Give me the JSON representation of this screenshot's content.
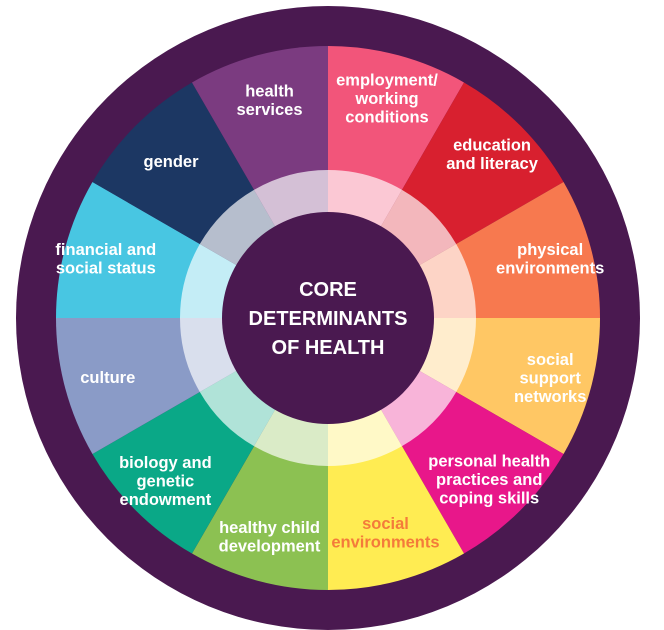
{
  "center": {
    "lines": [
      "CORE",
      "DETERMINANTS",
      "OF HEALTH"
    ],
    "color": "#4a1950"
  },
  "colors": {
    "outer_ring": "#4a1950",
    "inner_ring_tint": "#ffffff"
  },
  "segments": [
    {
      "id": "employment",
      "lines": [
        "employment/",
        "working",
        "conditions"
      ],
      "color": "#f2557a",
      "text_color": "#ffffff"
    },
    {
      "id": "education",
      "lines": [
        "education",
        "and literacy"
      ],
      "color": "#d8202f",
      "text_color": "#ffffff"
    },
    {
      "id": "physical-environments",
      "lines": [
        "physical",
        "environments"
      ],
      "color": "#f7794f",
      "text_color": "#ffffff"
    },
    {
      "id": "social-support",
      "lines": [
        "social",
        "support",
        "networks"
      ],
      "color": "#ffc764",
      "text_color": "#ffffff"
    },
    {
      "id": "personal-health",
      "lines": [
        "personal health",
        "practices and",
        "coping skills"
      ],
      "color": "#e8178a",
      "text_color": "#ffffff"
    },
    {
      "id": "social-environments",
      "lines": [
        "social",
        "environments"
      ],
      "color": "#ffec52",
      "text_color": "#f47b3a"
    },
    {
      "id": "healthy-child",
      "lines": [
        "healthy child",
        "development"
      ],
      "color": "#8cc152",
      "text_color": "#ffffff"
    },
    {
      "id": "biology",
      "lines": [
        "biology and",
        "genetic",
        "endowment"
      ],
      "color": "#0aa887",
      "text_color": "#ffffff"
    },
    {
      "id": "culture",
      "lines": [
        "culture"
      ],
      "color": "#8a9bc7",
      "text_color": "#ffffff"
    },
    {
      "id": "financial",
      "lines": [
        "financial and",
        "social status"
      ],
      "color": "#48c6e2",
      "text_color": "#ffffff"
    },
    {
      "id": "gender",
      "lines": [
        "gender"
      ],
      "color": "#1c3763",
      "text_color": "#ffffff"
    },
    {
      "id": "health-services",
      "lines": [
        "health",
        "services"
      ],
      "color": "#7b3b80",
      "text_color": "#ffffff"
    }
  ]
}
